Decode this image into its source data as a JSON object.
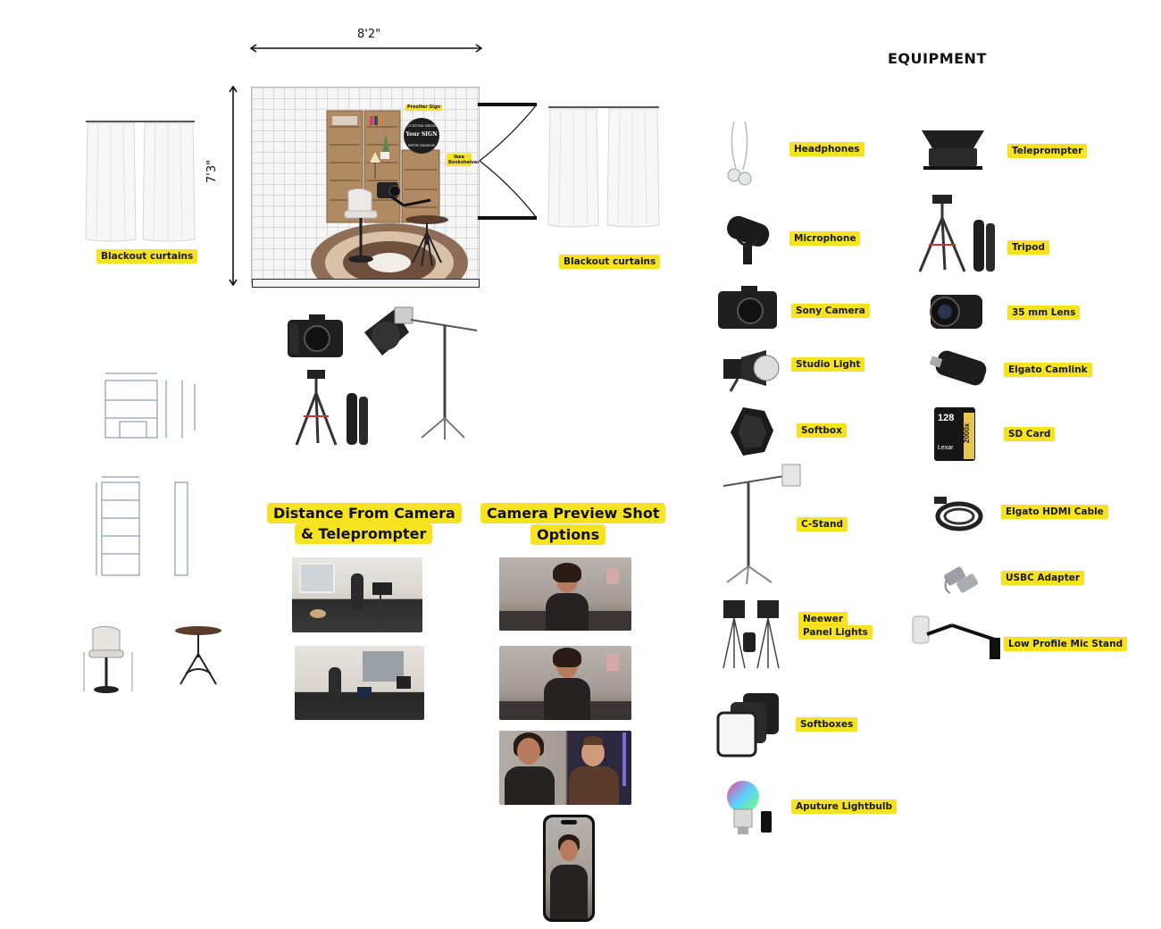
{
  "layout_plan": {
    "width_label": "8'2\"",
    "height_label": "7'3\"",
    "left_curtains_label": "Blackout  curtains",
    "right_curtains_label": "Blackout  curtains",
    "sign_label": "PrexHer Sign",
    "sign_text_top": "CUSTOM NEON",
    "sign_text_mid": "Your SIGN",
    "sign_text_bottom": "WITH DESIGN",
    "bookshelf_label": "Ikea Bookshelves"
  },
  "sections": {
    "distance_title_line1": "Distance From Camera",
    "distance_title_line2": "& Teleprompter",
    "preview_title_line1": "Camera Preview Shot",
    "preview_title_line2": "Options"
  },
  "equipment": {
    "heading": "EQUIPMENT",
    "left_column": [
      {
        "label": "Headphones",
        "icon": "headphones-icon"
      },
      {
        "label": "Microphone",
        "icon": "microphone-icon"
      },
      {
        "label": "Sony Camera",
        "icon": "camera-icon"
      },
      {
        "label": "Studio Light",
        "icon": "studio-light-icon"
      },
      {
        "label": "Softbox",
        "icon": "softbox-icon"
      },
      {
        "label": "C-Stand",
        "icon": "c-stand-icon"
      },
      {
        "label_line1": "Neewer",
        "label_line2": "Panel Lights",
        "icon": "panel-lights-icon"
      },
      {
        "label": "Softboxes",
        "icon": "softboxes-icon"
      },
      {
        "label": "Aputure Lightbulb",
        "icon": "lightbulb-icon"
      }
    ],
    "right_column": [
      {
        "label": "Teleprompter",
        "icon": "teleprompter-icon"
      },
      {
        "label": "Tripod",
        "icon": "tripod-icon"
      },
      {
        "label": "35 mm Lens",
        "icon": "lens-icon"
      },
      {
        "label": "Elgato Camlink",
        "icon": "camlink-icon"
      },
      {
        "label": "SD Card",
        "icon": "sd-card-icon",
        "card_text_1": "128",
        "card_text_2": "2000x",
        "card_brand": "Lexar"
      },
      {
        "label": "Elgato HDMI Cable",
        "icon": "hdmi-cable-icon"
      },
      {
        "label": "USBC Adapter",
        "icon": "usbc-adapter-icon"
      },
      {
        "label": "Low Profile Mic Stand",
        "icon": "mic-stand-icon"
      }
    ]
  },
  "colors": {
    "label_yellow": "#f5e321",
    "wood": "#a98660",
    "rug": "#8a6a55"
  }
}
